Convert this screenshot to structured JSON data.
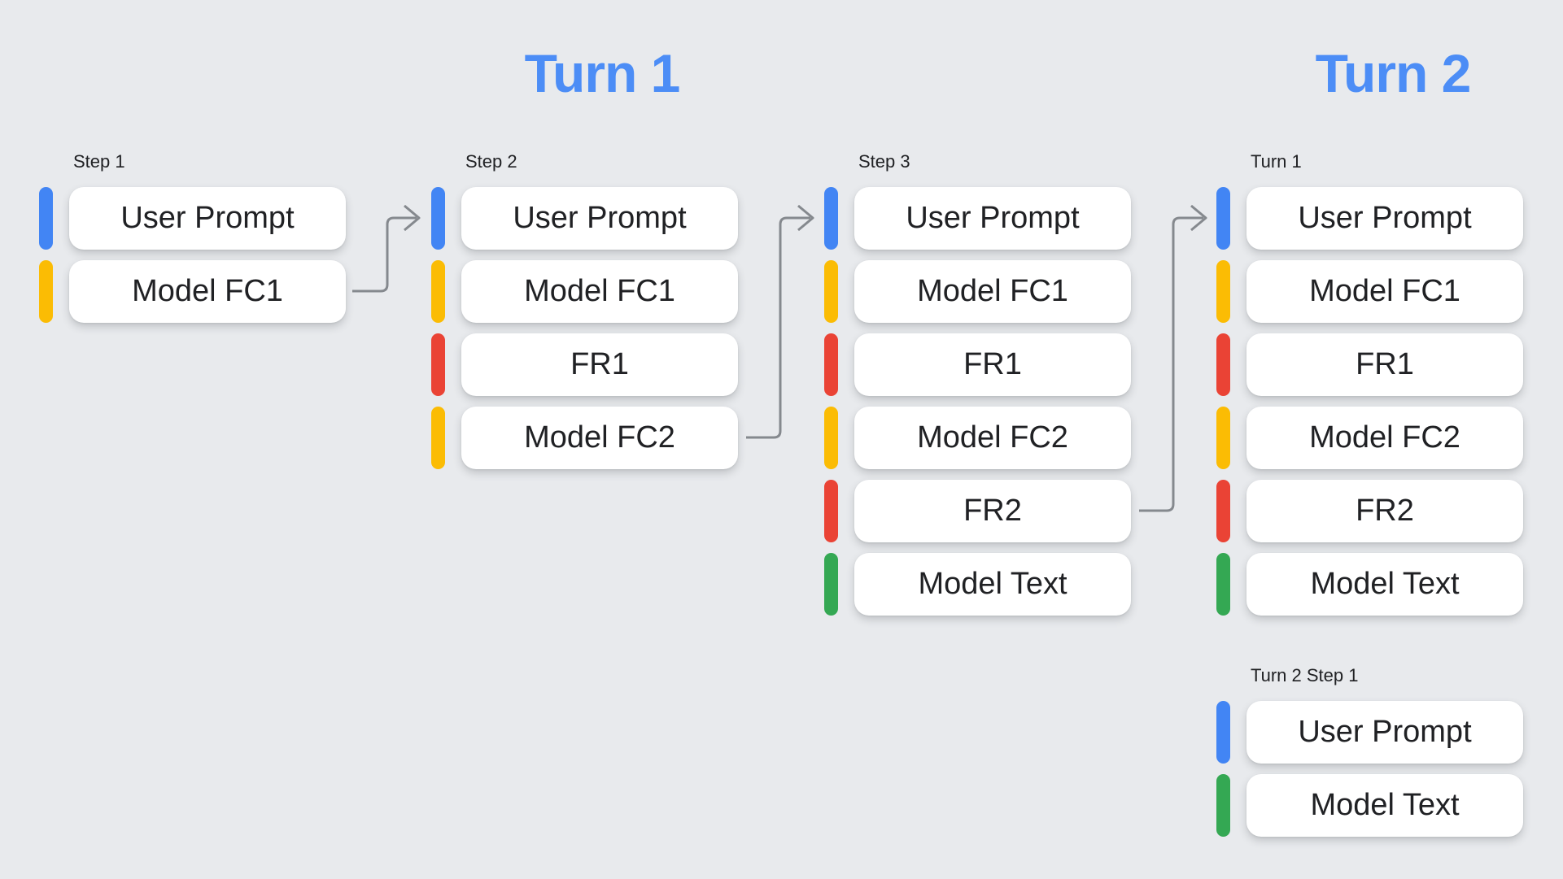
{
  "titles": {
    "turn1": {
      "text": "Turn 1",
      "color": "#4C8DF6"
    },
    "turn2": {
      "text": "Turn 2",
      "color": "#4C8DF6"
    }
  },
  "palette": {
    "user_prompt": "#4285F4",
    "model_fc": "#FBBC04",
    "function_response": "#EA4335",
    "model_text": "#34A853",
    "connector": "#85898E",
    "box_background": "#FFFFFF",
    "canvas_background": "#E8EAED",
    "text": "#202124"
  },
  "columns": [
    {
      "label": "Step 1",
      "boxes": [
        {
          "label": "User Prompt",
          "kind": "user_prompt"
        },
        {
          "label": "Model FC1",
          "kind": "model_fc"
        }
      ]
    },
    {
      "label": "Step 2",
      "boxes": [
        {
          "label": "User Prompt",
          "kind": "user_prompt"
        },
        {
          "label": "Model FC1",
          "kind": "model_fc"
        },
        {
          "label": "FR1",
          "kind": "function_response"
        },
        {
          "label": "Model FC2",
          "kind": "model_fc"
        }
      ]
    },
    {
      "label": "Step 3",
      "boxes": [
        {
          "label": "User Prompt",
          "kind": "user_prompt"
        },
        {
          "label": "Model FC1",
          "kind": "model_fc"
        },
        {
          "label": "FR1",
          "kind": "function_response"
        },
        {
          "label": "Model FC2",
          "kind": "model_fc"
        },
        {
          "label": "FR2",
          "kind": "function_response"
        },
        {
          "label": "Model Text",
          "kind": "model_text"
        }
      ]
    },
    {
      "label": "Turn 1",
      "boxes": [
        {
          "label": "User Prompt",
          "kind": "user_prompt"
        },
        {
          "label": "Model FC1",
          "kind": "model_fc"
        },
        {
          "label": "FR1",
          "kind": "function_response"
        },
        {
          "label": "Model FC2",
          "kind": "model_fc"
        },
        {
          "label": "FR2",
          "kind": "function_response"
        },
        {
          "label": "Model Text",
          "kind": "model_text"
        }
      ]
    },
    {
      "label": "Turn 2 Step 1",
      "boxes": [
        {
          "label": "User Prompt",
          "kind": "user_prompt"
        },
        {
          "label": "Model Text",
          "kind": "model_text"
        }
      ]
    }
  ],
  "connectors": [
    {
      "from": "Step 1 / Model FC1",
      "to": "Step 2 / User Prompt"
    },
    {
      "from": "Step 2 / Model FC2",
      "to": "Step 3 / User Prompt"
    },
    {
      "from": "Step 3 / FR2",
      "to": "Turn 1 / User Prompt"
    }
  ]
}
